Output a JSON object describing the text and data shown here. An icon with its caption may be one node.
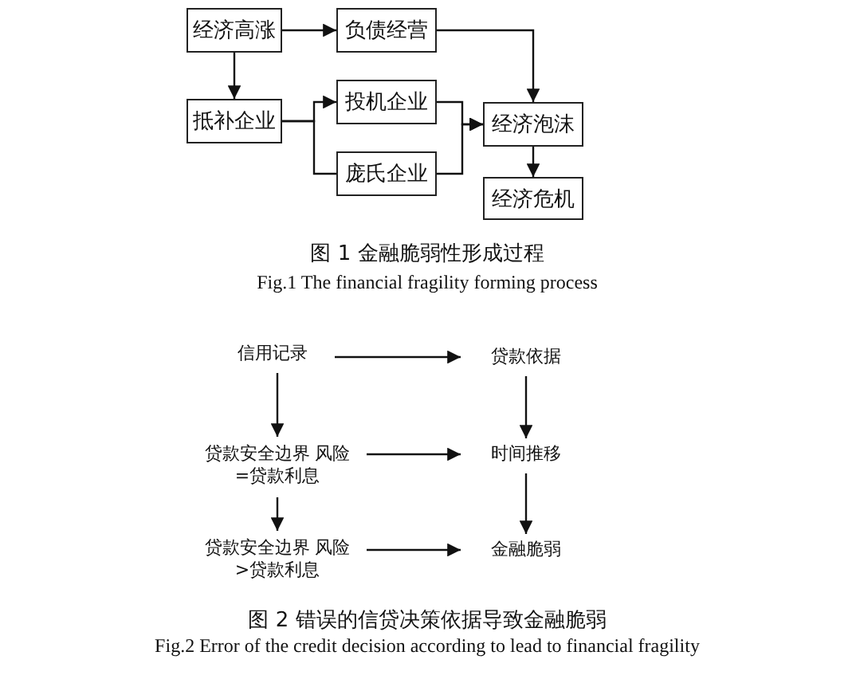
{
  "diagram": {
    "nodes": [
      {
        "text": [
          "经济高涨"
        ]
      },
      {
        "text": [
          "负债经营"
        ]
      },
      {
        "text": [
          "抵补企业"
        ]
      },
      {
        "text": [
          "投机企业"
        ]
      },
      {
        "text": [
          "庞氏企业"
        ]
      },
      {
        "text": [
          "经济泡沫"
        ]
      },
      {
        "text": [
          "经济危机"
        ]
      },
      {
        "text": [
          "信用记录"
        ]
      },
      {
        "text": [
          "贷款依据"
        ]
      },
      {
        "text": [
          "贷款安全边界 风险=贷款利息"
        ]
      },
      {
        "text": [
          "时间推移"
        ]
      },
      {
        "text": [
          "贷款安全边界 风险>贷款利息"
        ]
      },
      {
        "text": [
          "金融脆弱"
        ]
      }
    ],
    "edges": [
      {
        "from": 0,
        "to": 1,
        "arrow": "to"
      },
      {
        "from": 0,
        "to": 2,
        "arrow": "to"
      },
      {
        "from": 2,
        "to": 3,
        "arrow": "to"
      },
      {
        "from": 2,
        "to": 4,
        "arrow": "none"
      },
      {
        "from": 1,
        "to": 5,
        "arrow": "to"
      },
      {
        "from": 3,
        "to": 5,
        "arrow": "to"
      },
      {
        "from": 4,
        "to": 5,
        "arrow": "to"
      },
      {
        "from": 5,
        "to": 6,
        "arrow": "to"
      },
      {
        "from": 7,
        "to": 8,
        "arrow": "to"
      },
      {
        "from": 7,
        "to": 9,
        "arrow": "to"
      },
      {
        "from": 9,
        "to": 10,
        "arrow": "to"
      },
      {
        "from": 9,
        "to": 11,
        "arrow": "to"
      },
      {
        "from": 8,
        "to": 10,
        "arrow": "to"
      },
      {
        "from": 10,
        "to": 12,
        "arrow": "to"
      },
      {
        "from": 11,
        "to": 12,
        "arrow": "to"
      }
    ],
    "labels": [
      "图 1 金融脆弱性形成过程",
      "Fig.1 The financial fragility forming process",
      "图 2 错误的信贷决策依据导致金融脆弱",
      "Fig.2 Error of the credit decision according to lead to financial fragility"
    ]
  }
}
